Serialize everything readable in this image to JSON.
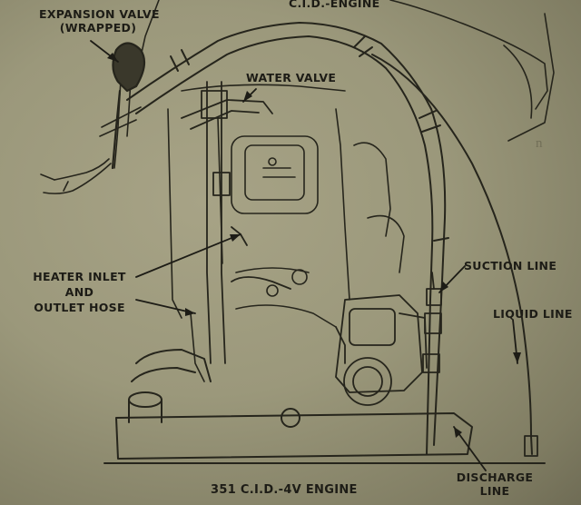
{
  "labels": {
    "title_top": "C.I.D.-ENGINE",
    "expansion_valve_line1": "EXPANSION VALVE",
    "expansion_valve_line2": "(WRAPPED)",
    "water_valve": "WATER VALVE",
    "heater_line1": "HEATER INLET",
    "heater_line2": "AND",
    "heater_line3": "OUTLET HOSE",
    "suction_line": "SUCTION LINE",
    "liquid_line": "LIQUID LINE",
    "discharge_line1": "DISCHARGE",
    "discharge_line2": "LINE",
    "caption": "351 C.I.D.-4V ENGINE"
  },
  "colors": {
    "paper": "#9b987b",
    "ink": "#1d1c16"
  }
}
